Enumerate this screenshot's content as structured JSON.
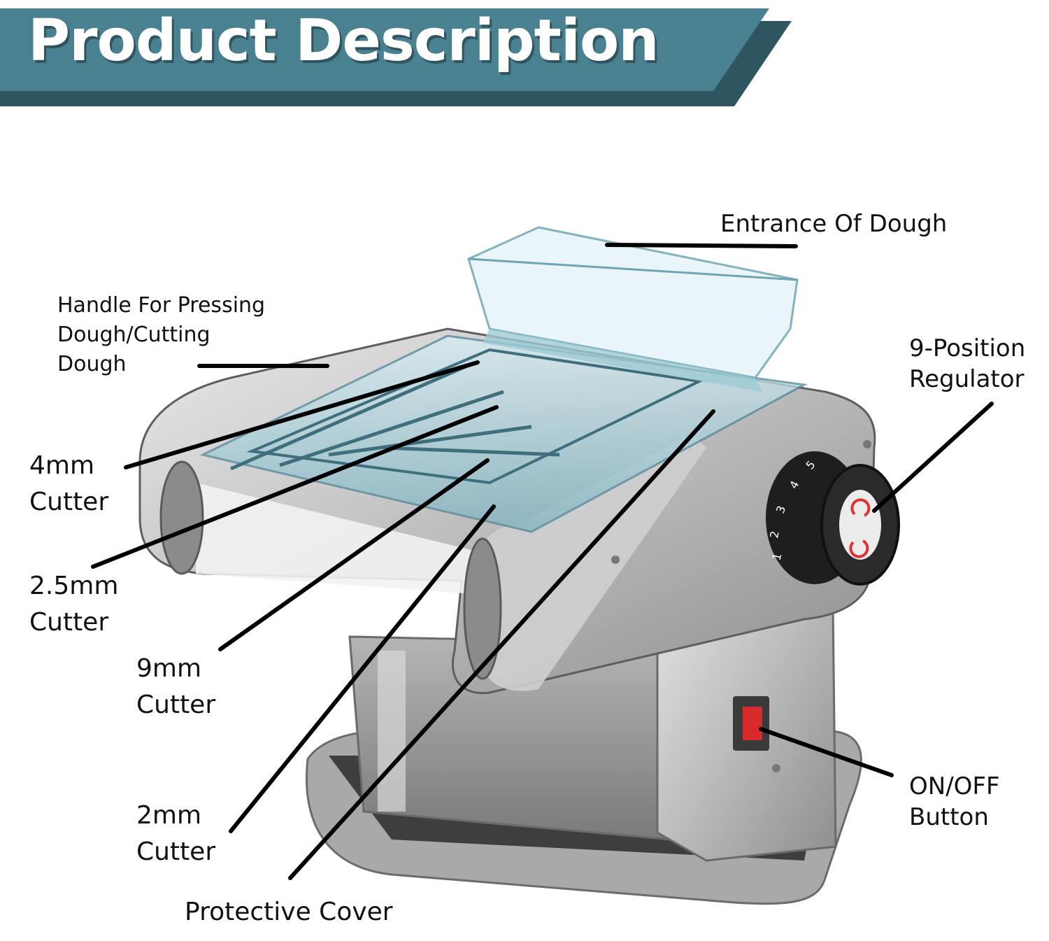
{
  "banner": {
    "title": "Product Description",
    "color": "#4a8191"
  },
  "labels": {
    "entrance": "Entrance Of Dough",
    "handle": [
      "Handle For Pressing",
      "Dough/Cutting",
      "Dough"
    ],
    "regulator": [
      "9-Position",
      "Regulator"
    ],
    "cutter_4mm": [
      "4mm",
      "Cutter"
    ],
    "cutter_2_5mm": [
      "2.5mm",
      "Cutter"
    ],
    "cutter_9mm": [
      "9mm",
      "Cutter"
    ],
    "cutter_2mm": [
      "2mm",
      "Cutter"
    ],
    "protective_cover": "Protective Cover",
    "power_button": [
      "ON/OFF",
      "Button"
    ]
  },
  "dial_numbers": [
    "1",
    "2",
    "3",
    "4",
    "5"
  ]
}
